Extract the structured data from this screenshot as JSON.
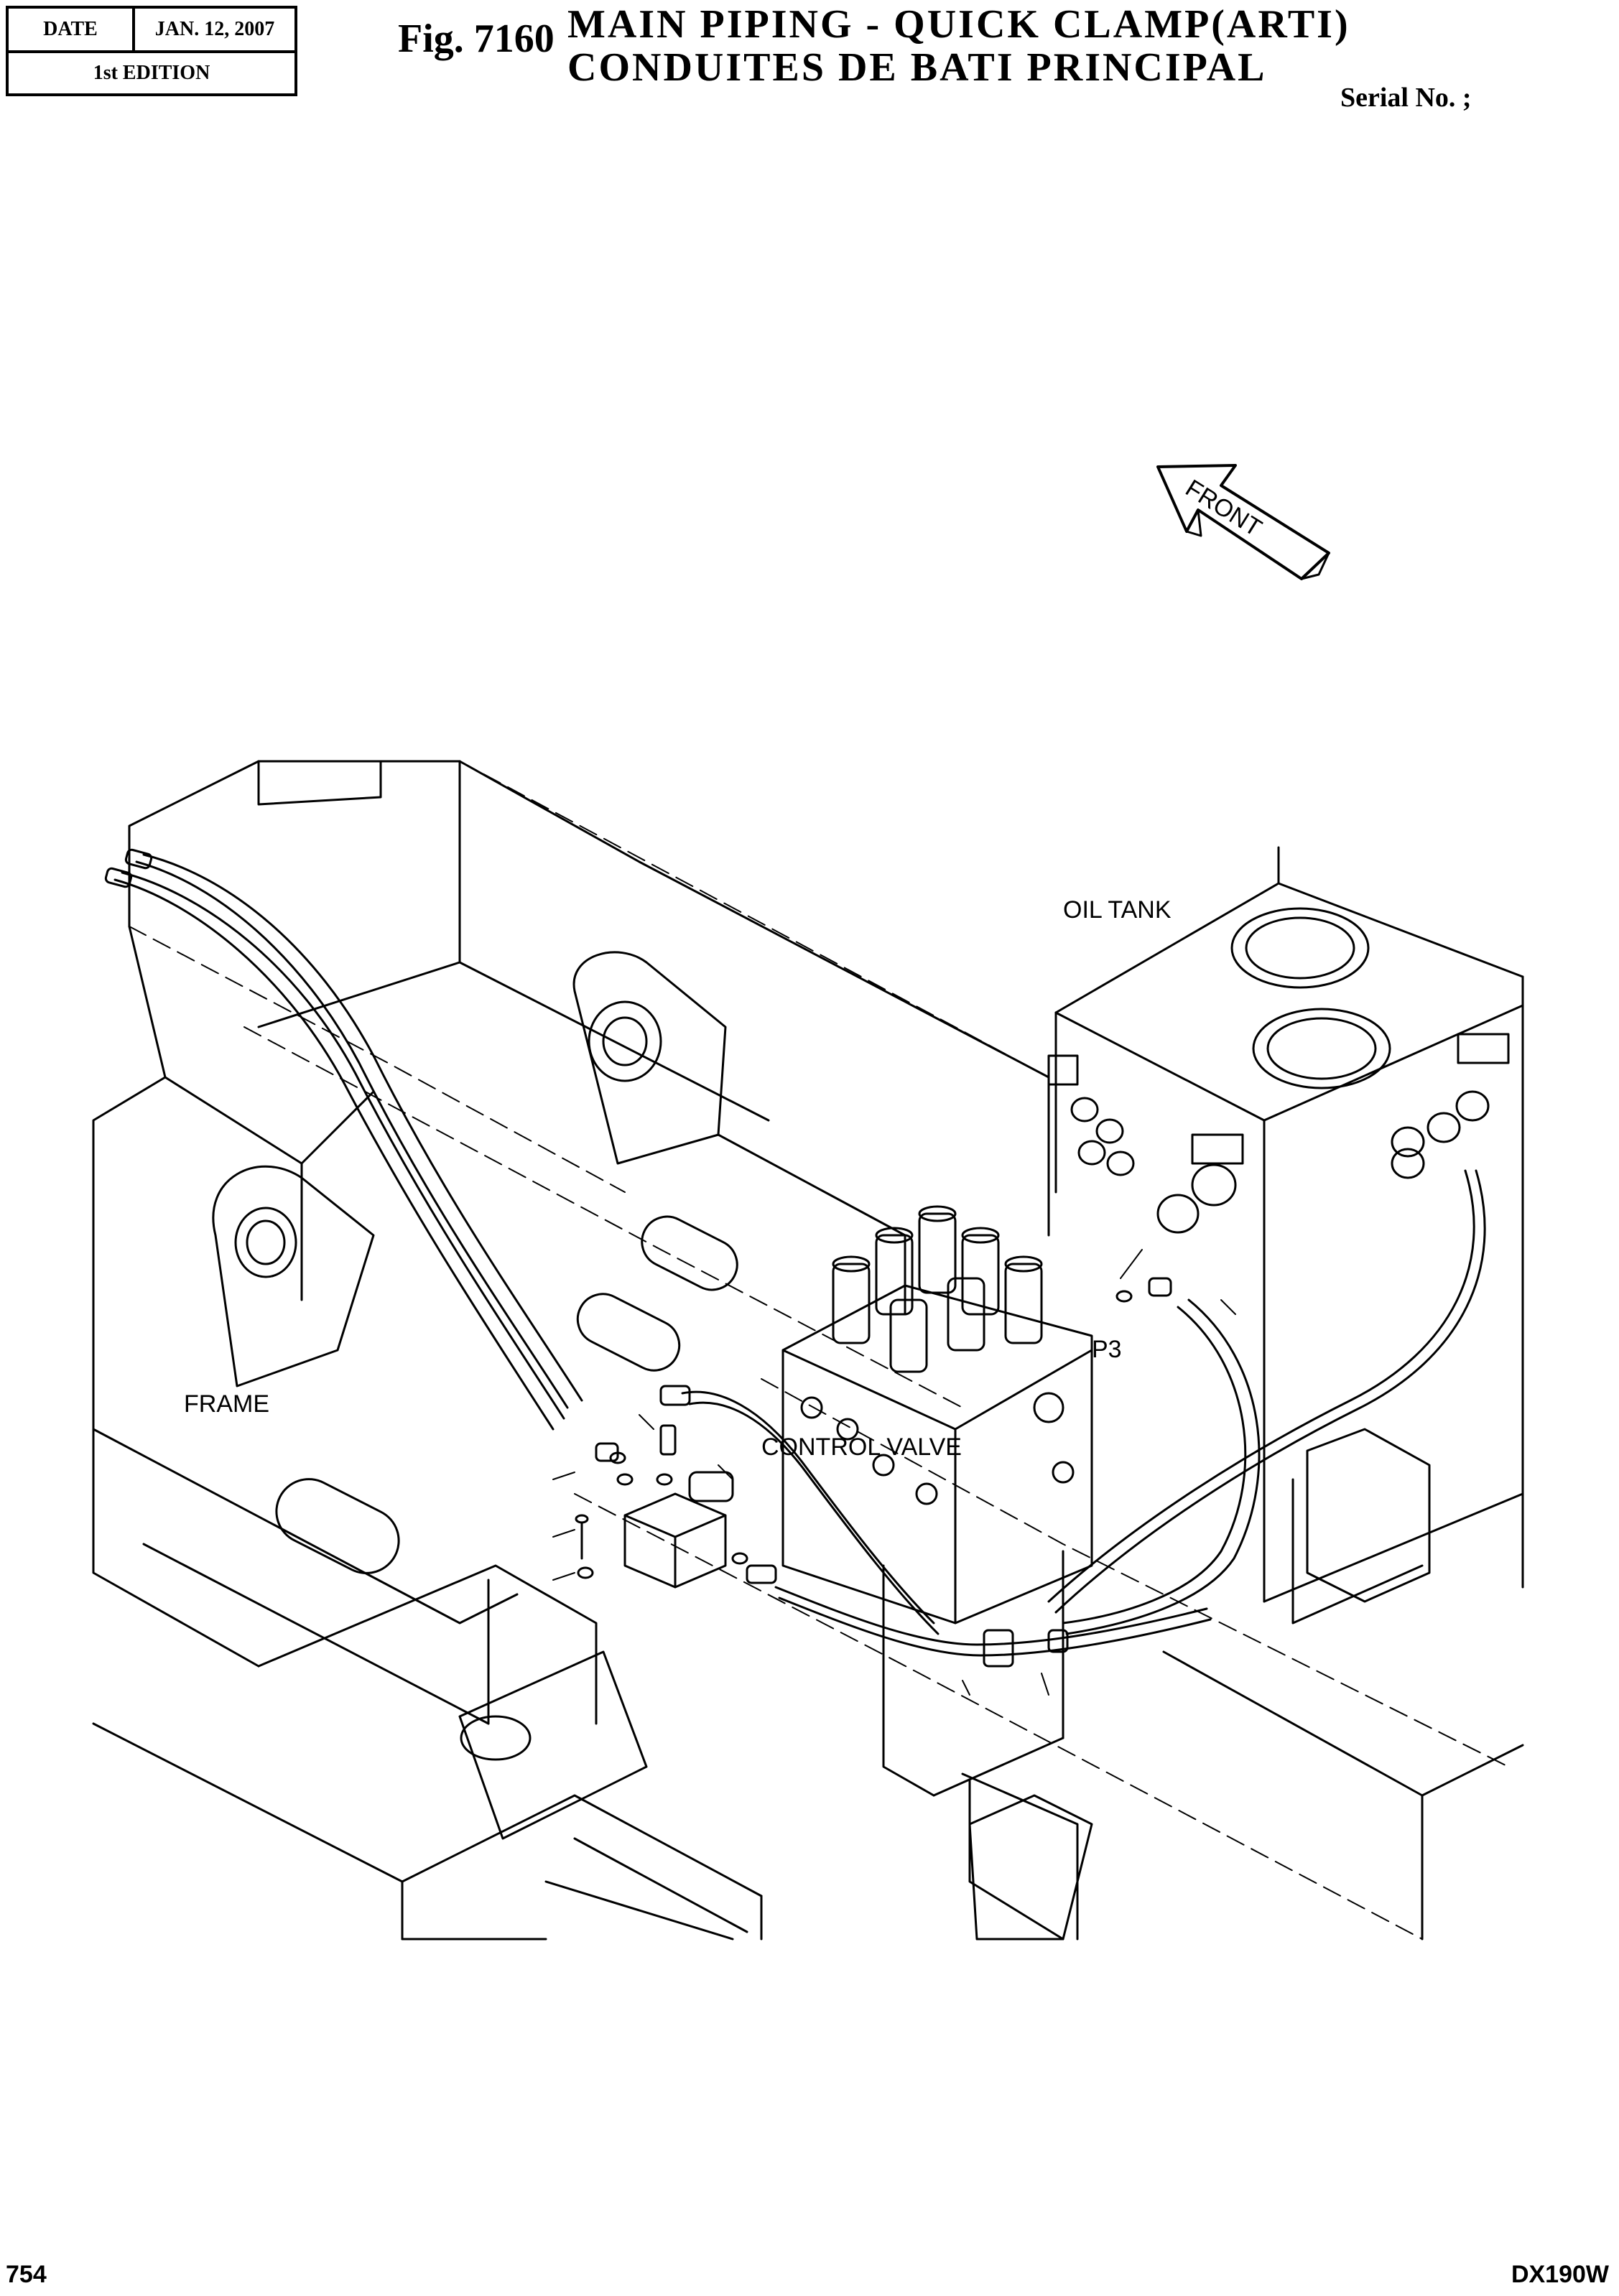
{
  "header": {
    "date_label": "DATE",
    "date_value": "JAN. 12, 2007",
    "edition": "1st EDITION",
    "fig_number": "Fig. 7160",
    "title_en": "MAIN  PIPING  -  QUICK  CLAMP(ARTI)",
    "title_fr": "CONDUITES  DE  BATI  PRINCIPAL",
    "serial": "Serial No. ;"
  },
  "diagram": {
    "direction_arrow": "FRONT",
    "labels": {
      "oil_tank": "OIL TANK",
      "frame": "FRAME",
      "control_valve": "CONTROL VALVE",
      "port": "P3"
    }
  },
  "footer": {
    "page_number": "754",
    "model": "DX190W"
  }
}
